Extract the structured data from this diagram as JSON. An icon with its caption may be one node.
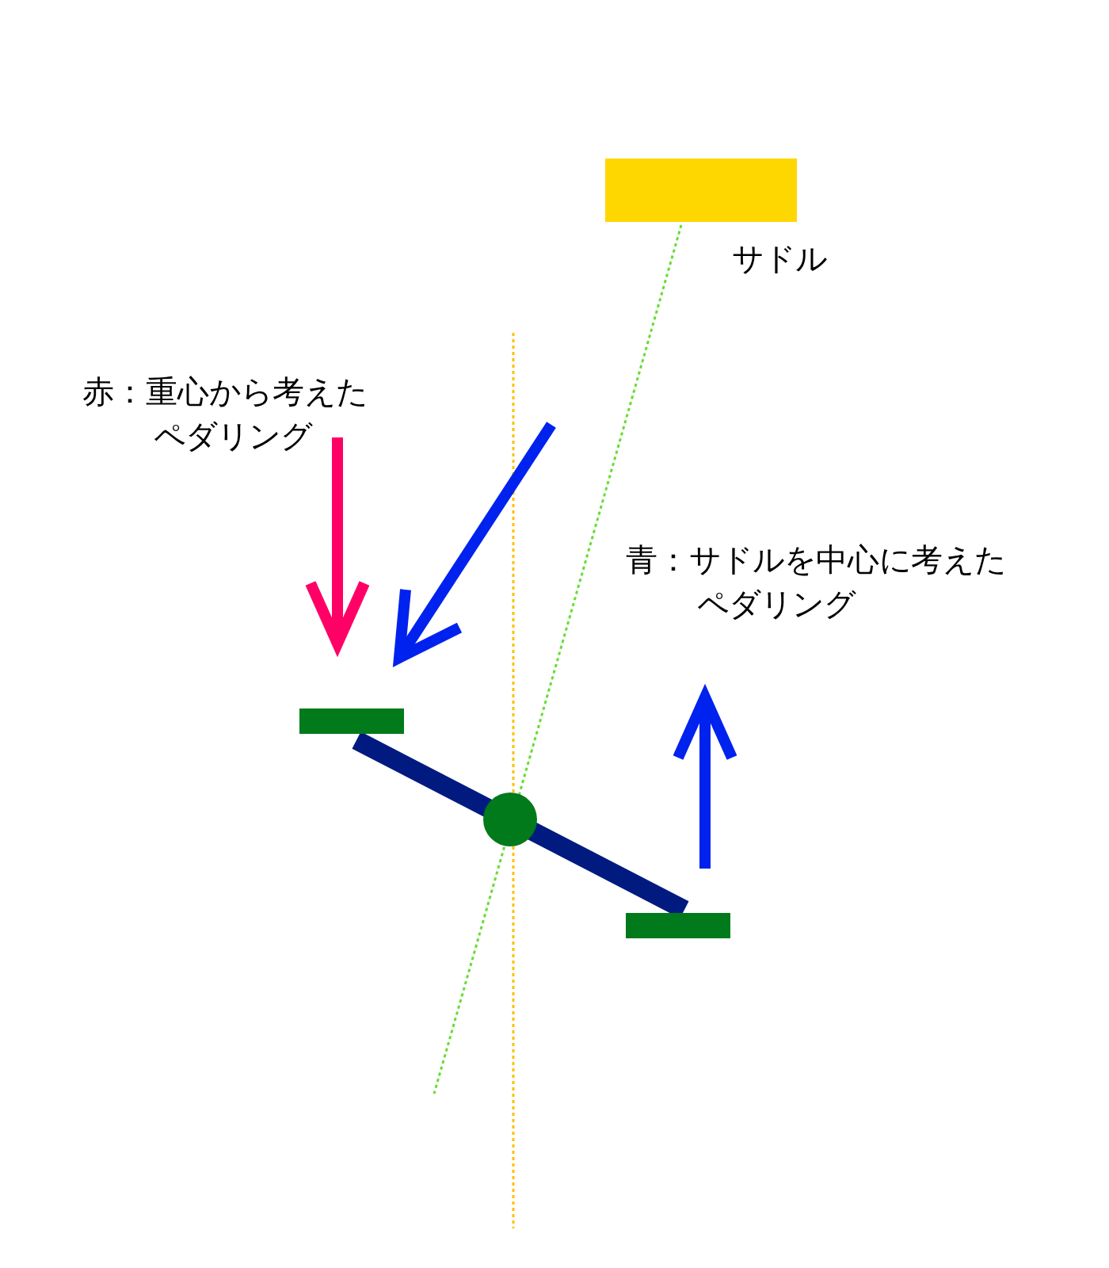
{
  "diagram": {
    "nodes": [
      {
        "text": [],
        "shape": "bar",
        "beside": [
          "サドル"
        ]
      }
    ],
    "labels": [
      "赤：重心から考えたペダリング",
      "青：サドルを中心に考えたペダリング"
    ]
  }
}
